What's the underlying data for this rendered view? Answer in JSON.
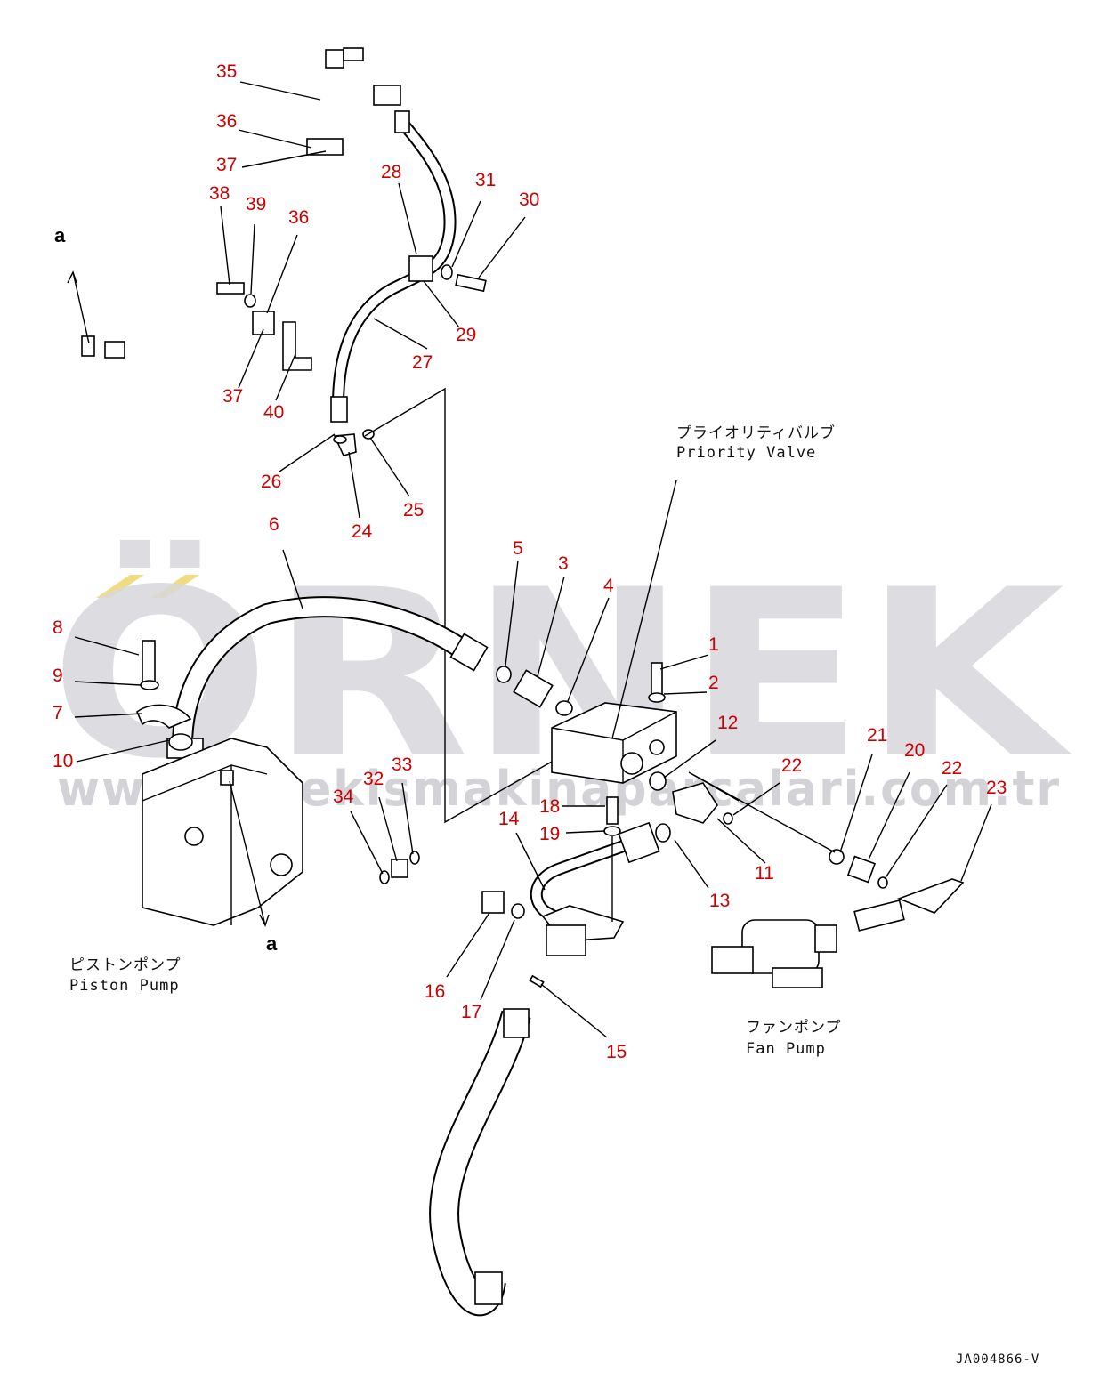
{
  "watermark": {
    "brand": "ÖRNEK",
    "url": "www.ornekismakinaparcalari.com.tr"
  },
  "reference_letters": [
    "a",
    "a"
  ],
  "captions": {
    "priority_valve_jp": "プライオリティバルブ",
    "priority_valve_en": "Priority Valve",
    "piston_pump_jp": "ピストンポンプ",
    "piston_pump_en": "Piston Pump",
    "fan_pump_jp": "ファンポンプ",
    "fan_pump_en": "Fan Pump"
  },
  "drawing_code": "JA004866-V",
  "part_numbers": [
    "35",
    "36",
    "37",
    "38",
    "39",
    "36",
    "28",
    "31",
    "30",
    "29",
    "27",
    "37",
    "40",
    "26",
    "25",
    "24",
    "6",
    "5",
    "3",
    "4",
    "1",
    "2",
    "8",
    "9",
    "7",
    "10",
    "12",
    "22",
    "21",
    "20",
    "22",
    "23",
    "33",
    "32",
    "34",
    "18",
    "14",
    "19",
    "11",
    "13",
    "16",
    "17",
    "15"
  ],
  "colors": {
    "label": "#cc0000",
    "line": "#000000",
    "watermark": "#d8d8dc",
    "watermark_accent": "#f0dc82"
  }
}
